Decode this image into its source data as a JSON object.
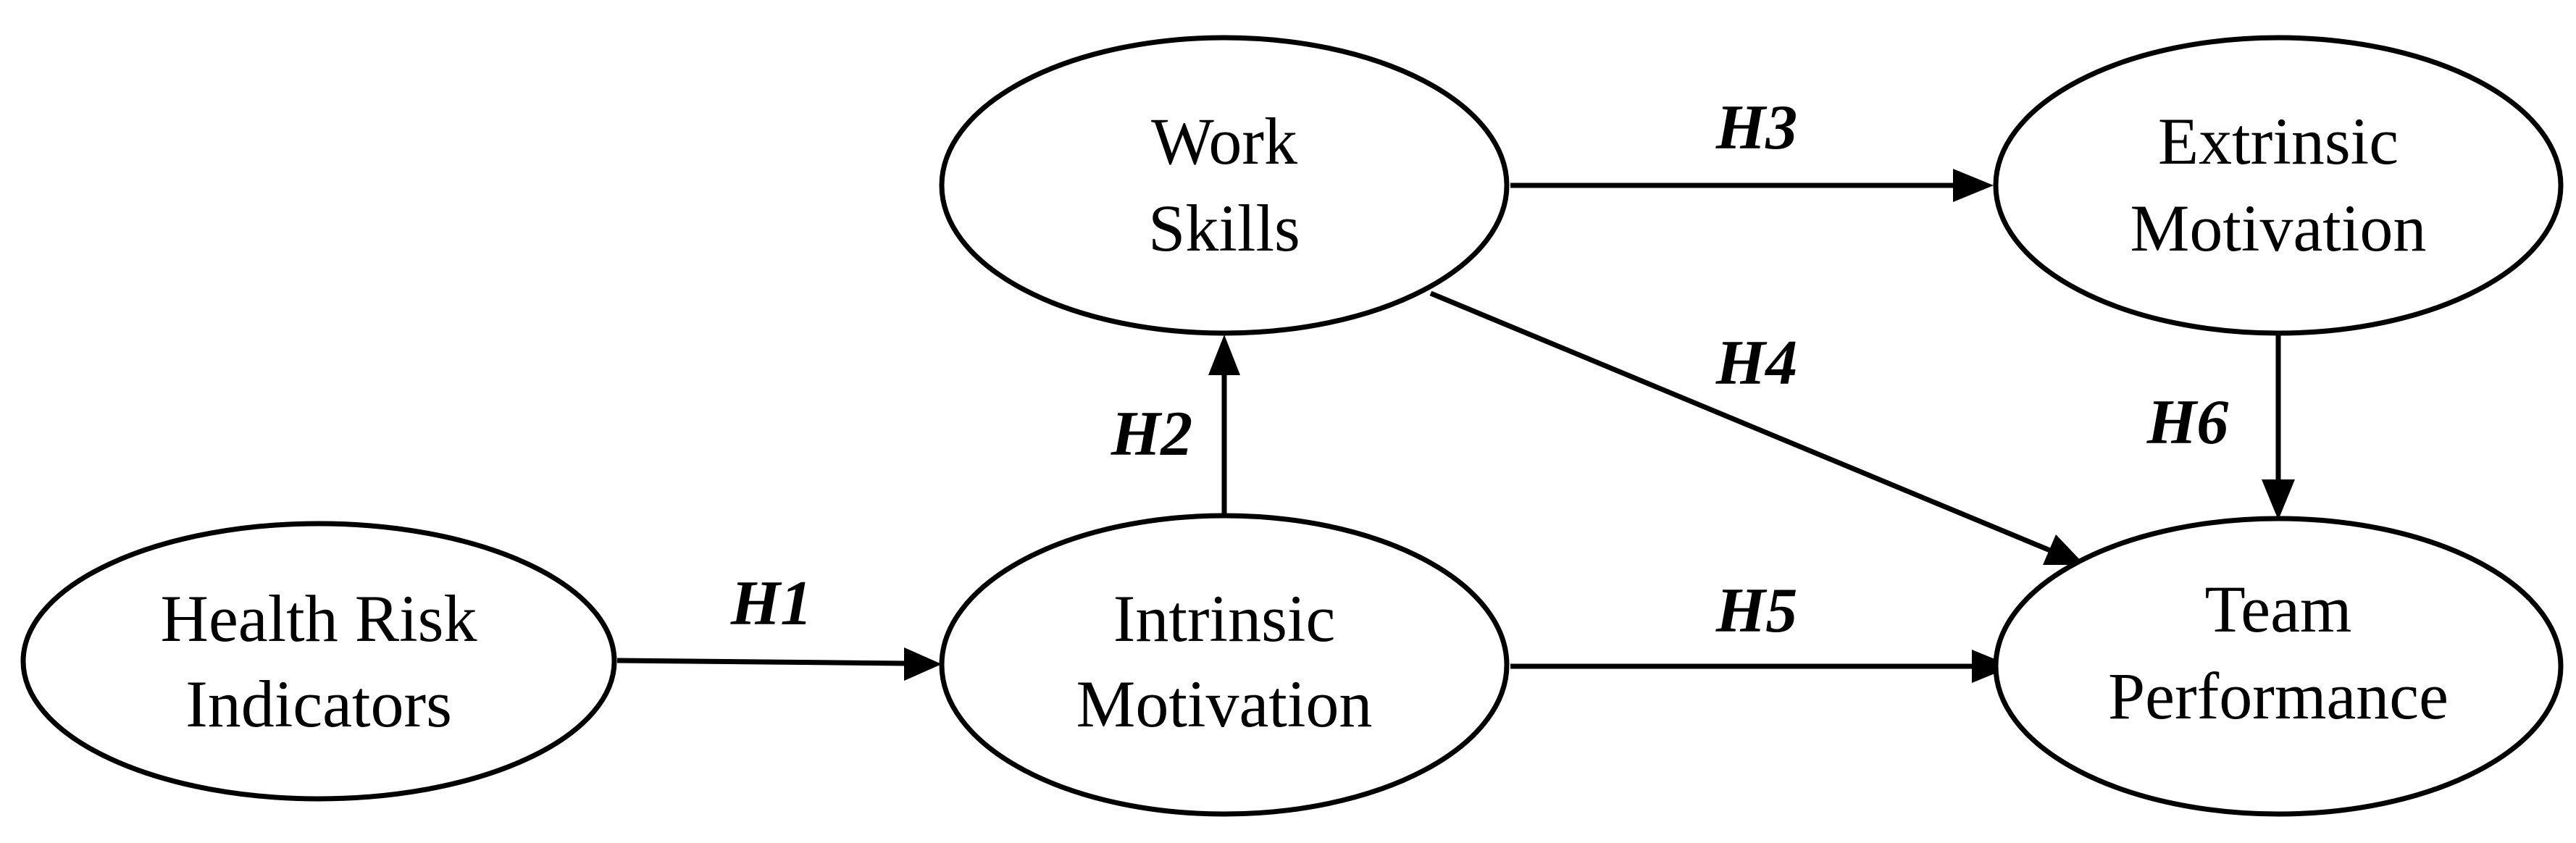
{
  "colors": {
    "stroke": "#000000",
    "fill": "#ffffff",
    "text": "#000000"
  },
  "nodes": [
    {
      "id": "health-risk",
      "lines": [
        "Health Risk",
        "Indicators"
      ]
    },
    {
      "id": "intrinsic",
      "lines": [
        "Intrinsic",
        "Motivation"
      ]
    },
    {
      "id": "work-skills",
      "lines": [
        "Work",
        "Skills"
      ]
    },
    {
      "id": "extrinsic",
      "lines": [
        "Extrinsic",
        "Motivation"
      ]
    },
    {
      "id": "team-performance",
      "lines": [
        "Team",
        "Performance"
      ]
    }
  ],
  "edges": [
    {
      "id": "h1",
      "label": "H1",
      "from": "health-risk",
      "to": "intrinsic"
    },
    {
      "id": "h2",
      "label": "H2",
      "from": "intrinsic",
      "to": "work-skills"
    },
    {
      "id": "h3",
      "label": "H3",
      "from": "work-skills",
      "to": "extrinsic"
    },
    {
      "id": "h4",
      "label": "H4",
      "from": "work-skills",
      "to": "team-performance"
    },
    {
      "id": "h5",
      "label": "H5",
      "from": "intrinsic",
      "to": "team-performance"
    },
    {
      "id": "h6",
      "label": "H6",
      "from": "extrinsic",
      "to": "team-performance"
    }
  ]
}
